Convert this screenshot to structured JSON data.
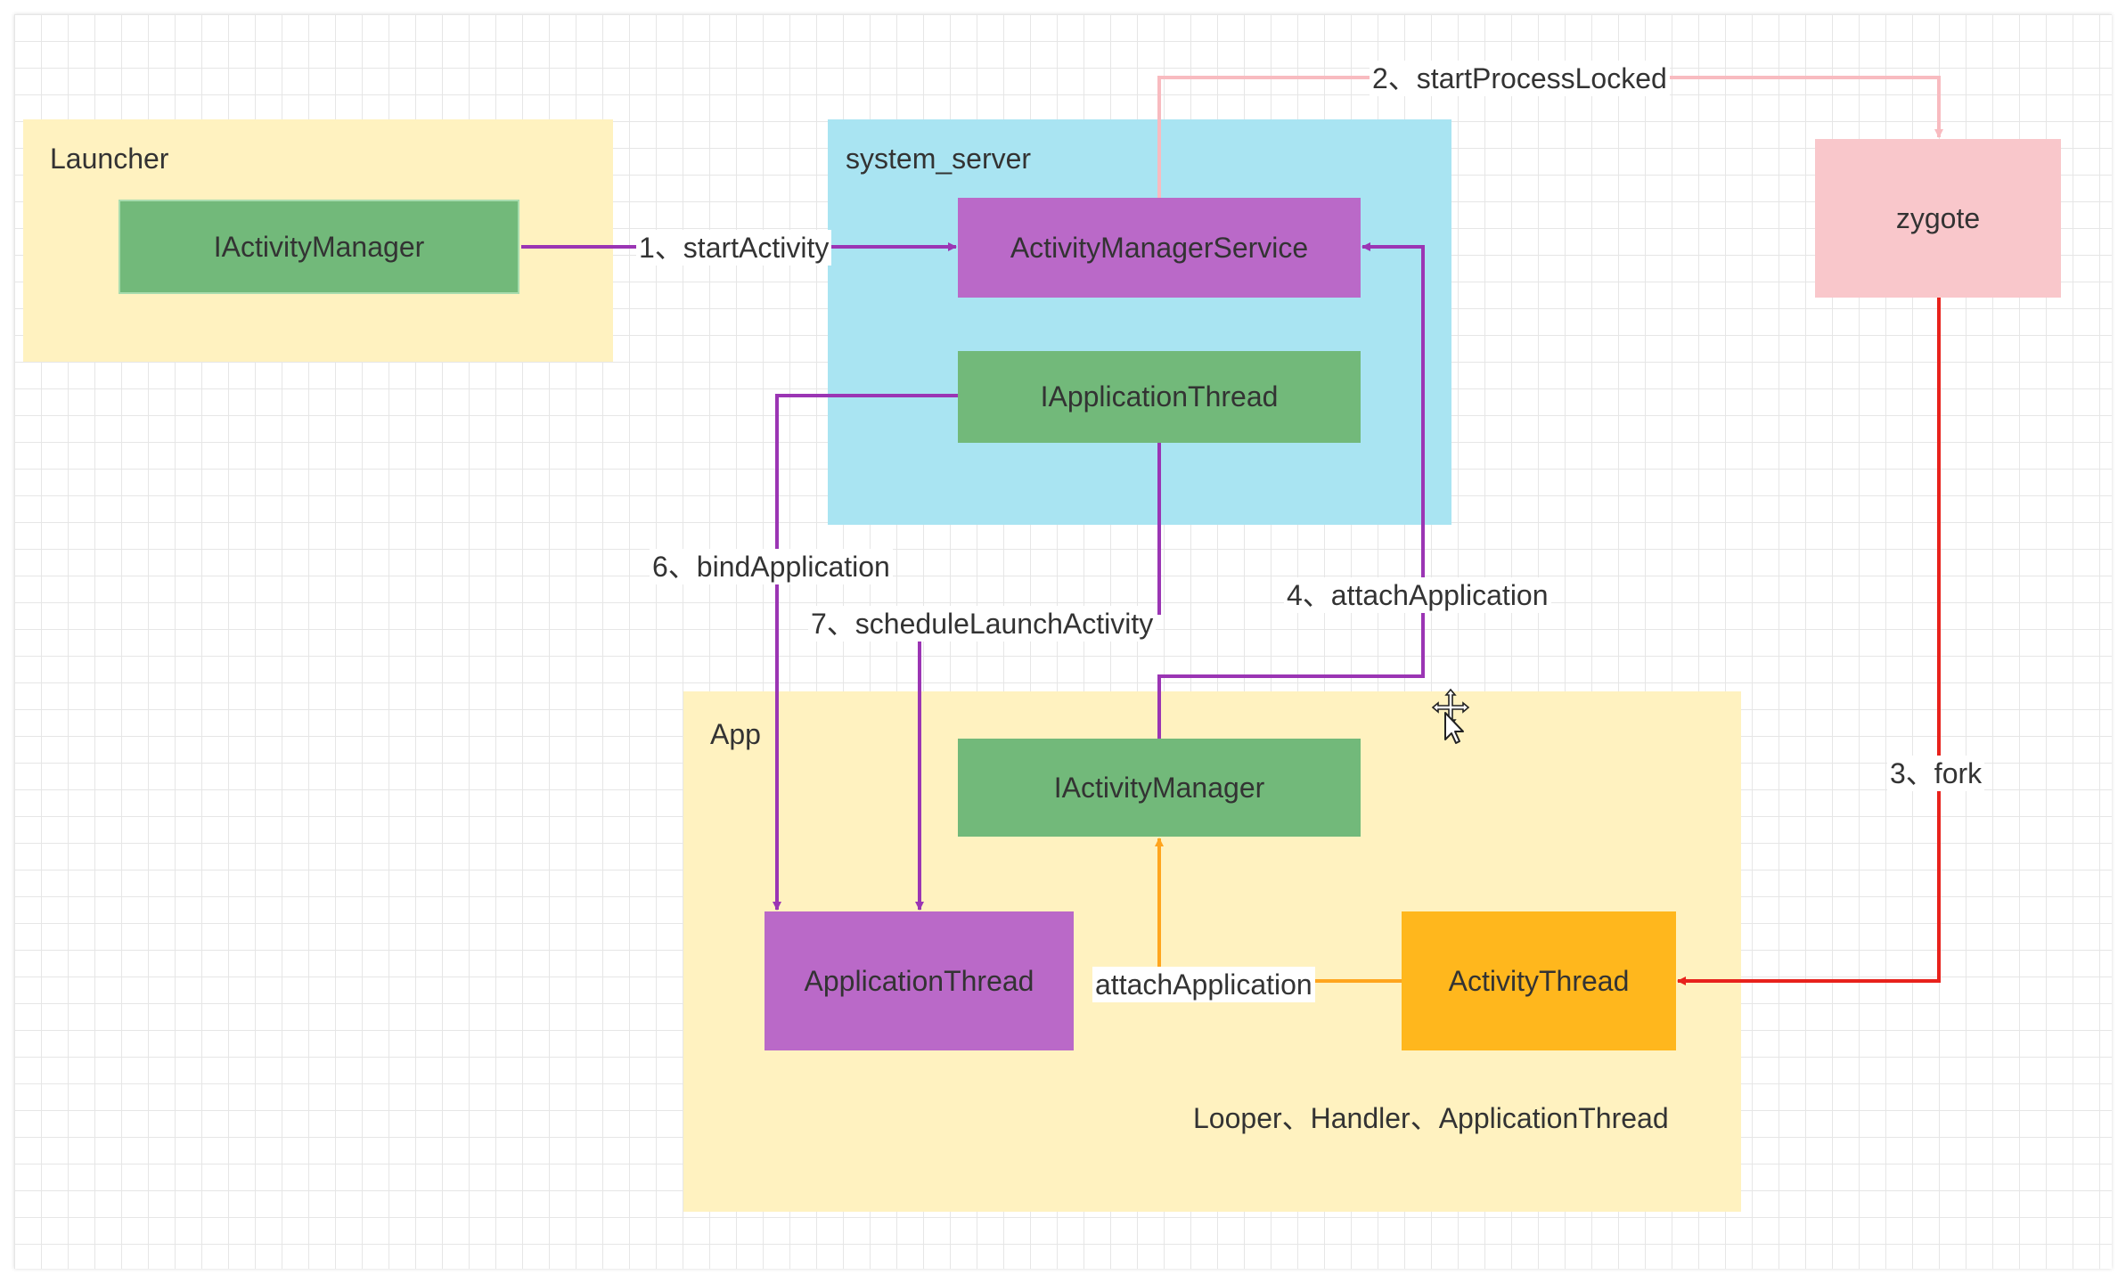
{
  "colors": {
    "container_yellow": "#fff2c0",
    "container_blue": "#a9e4f2",
    "node_green": "#72b97a",
    "node_purple": "#ba69c8",
    "node_pink": "#f9c7cb",
    "node_orange": "#ffb71d",
    "edge_purple": "#9b35b4",
    "edge_pink": "#f8bbc0",
    "edge_red": "#e8221c",
    "edge_orange": "#ffa51e"
  },
  "containers": {
    "launcher": "Launcher",
    "system_server": "system_server",
    "app": "App"
  },
  "nodes": {
    "launcher_iactivitymanager": "IActivityManager",
    "activitymanagerservice": "ActivityManagerService",
    "iapplicationthread": "IApplicationThread",
    "zygote": "zygote",
    "app_iactivitymanager": "IActivityManager",
    "applicationthread": "ApplicationThread",
    "activitythread": "ActivityThread"
  },
  "edges": {
    "start_activity": "1、startActivity",
    "start_process_locked": "2、startProcessLocked",
    "fork": "3、fork",
    "attach_application_4": "4、attachApplication",
    "bind_application": "6、bindApplication",
    "schedule_launch_activity": "7、scheduleLaunchActivity",
    "attach_application": "attachApplication"
  },
  "notes": {
    "activitythread_members": "Looper、Handler、ApplicationThread"
  }
}
